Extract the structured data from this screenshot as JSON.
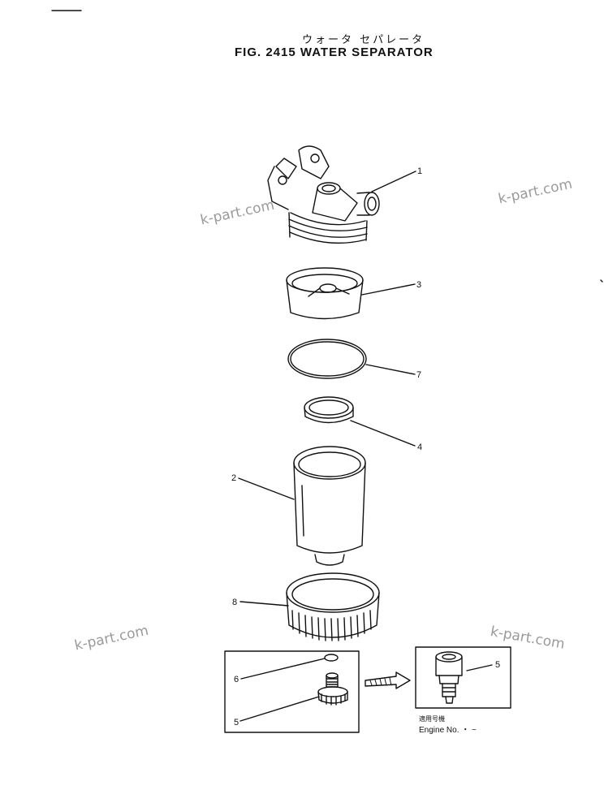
{
  "figure": {
    "title_jp": "ウォータ セパレータ",
    "title": "FIG. 2415  WATER  SEPARATOR"
  },
  "watermarks": [
    "k-part.com",
    "k-part.com",
    "k-part.com",
    "k-part.com"
  ],
  "callouts": {
    "c1": "1",
    "c3": "3",
    "c7": "7",
    "c4": "4",
    "c2": "2",
    "c8": "8",
    "c6": "6",
    "c5a": "5",
    "c5b": "5"
  },
  "engine_note": {
    "jp": "適用号機",
    "label": "Engine No.  ・ ~"
  }
}
